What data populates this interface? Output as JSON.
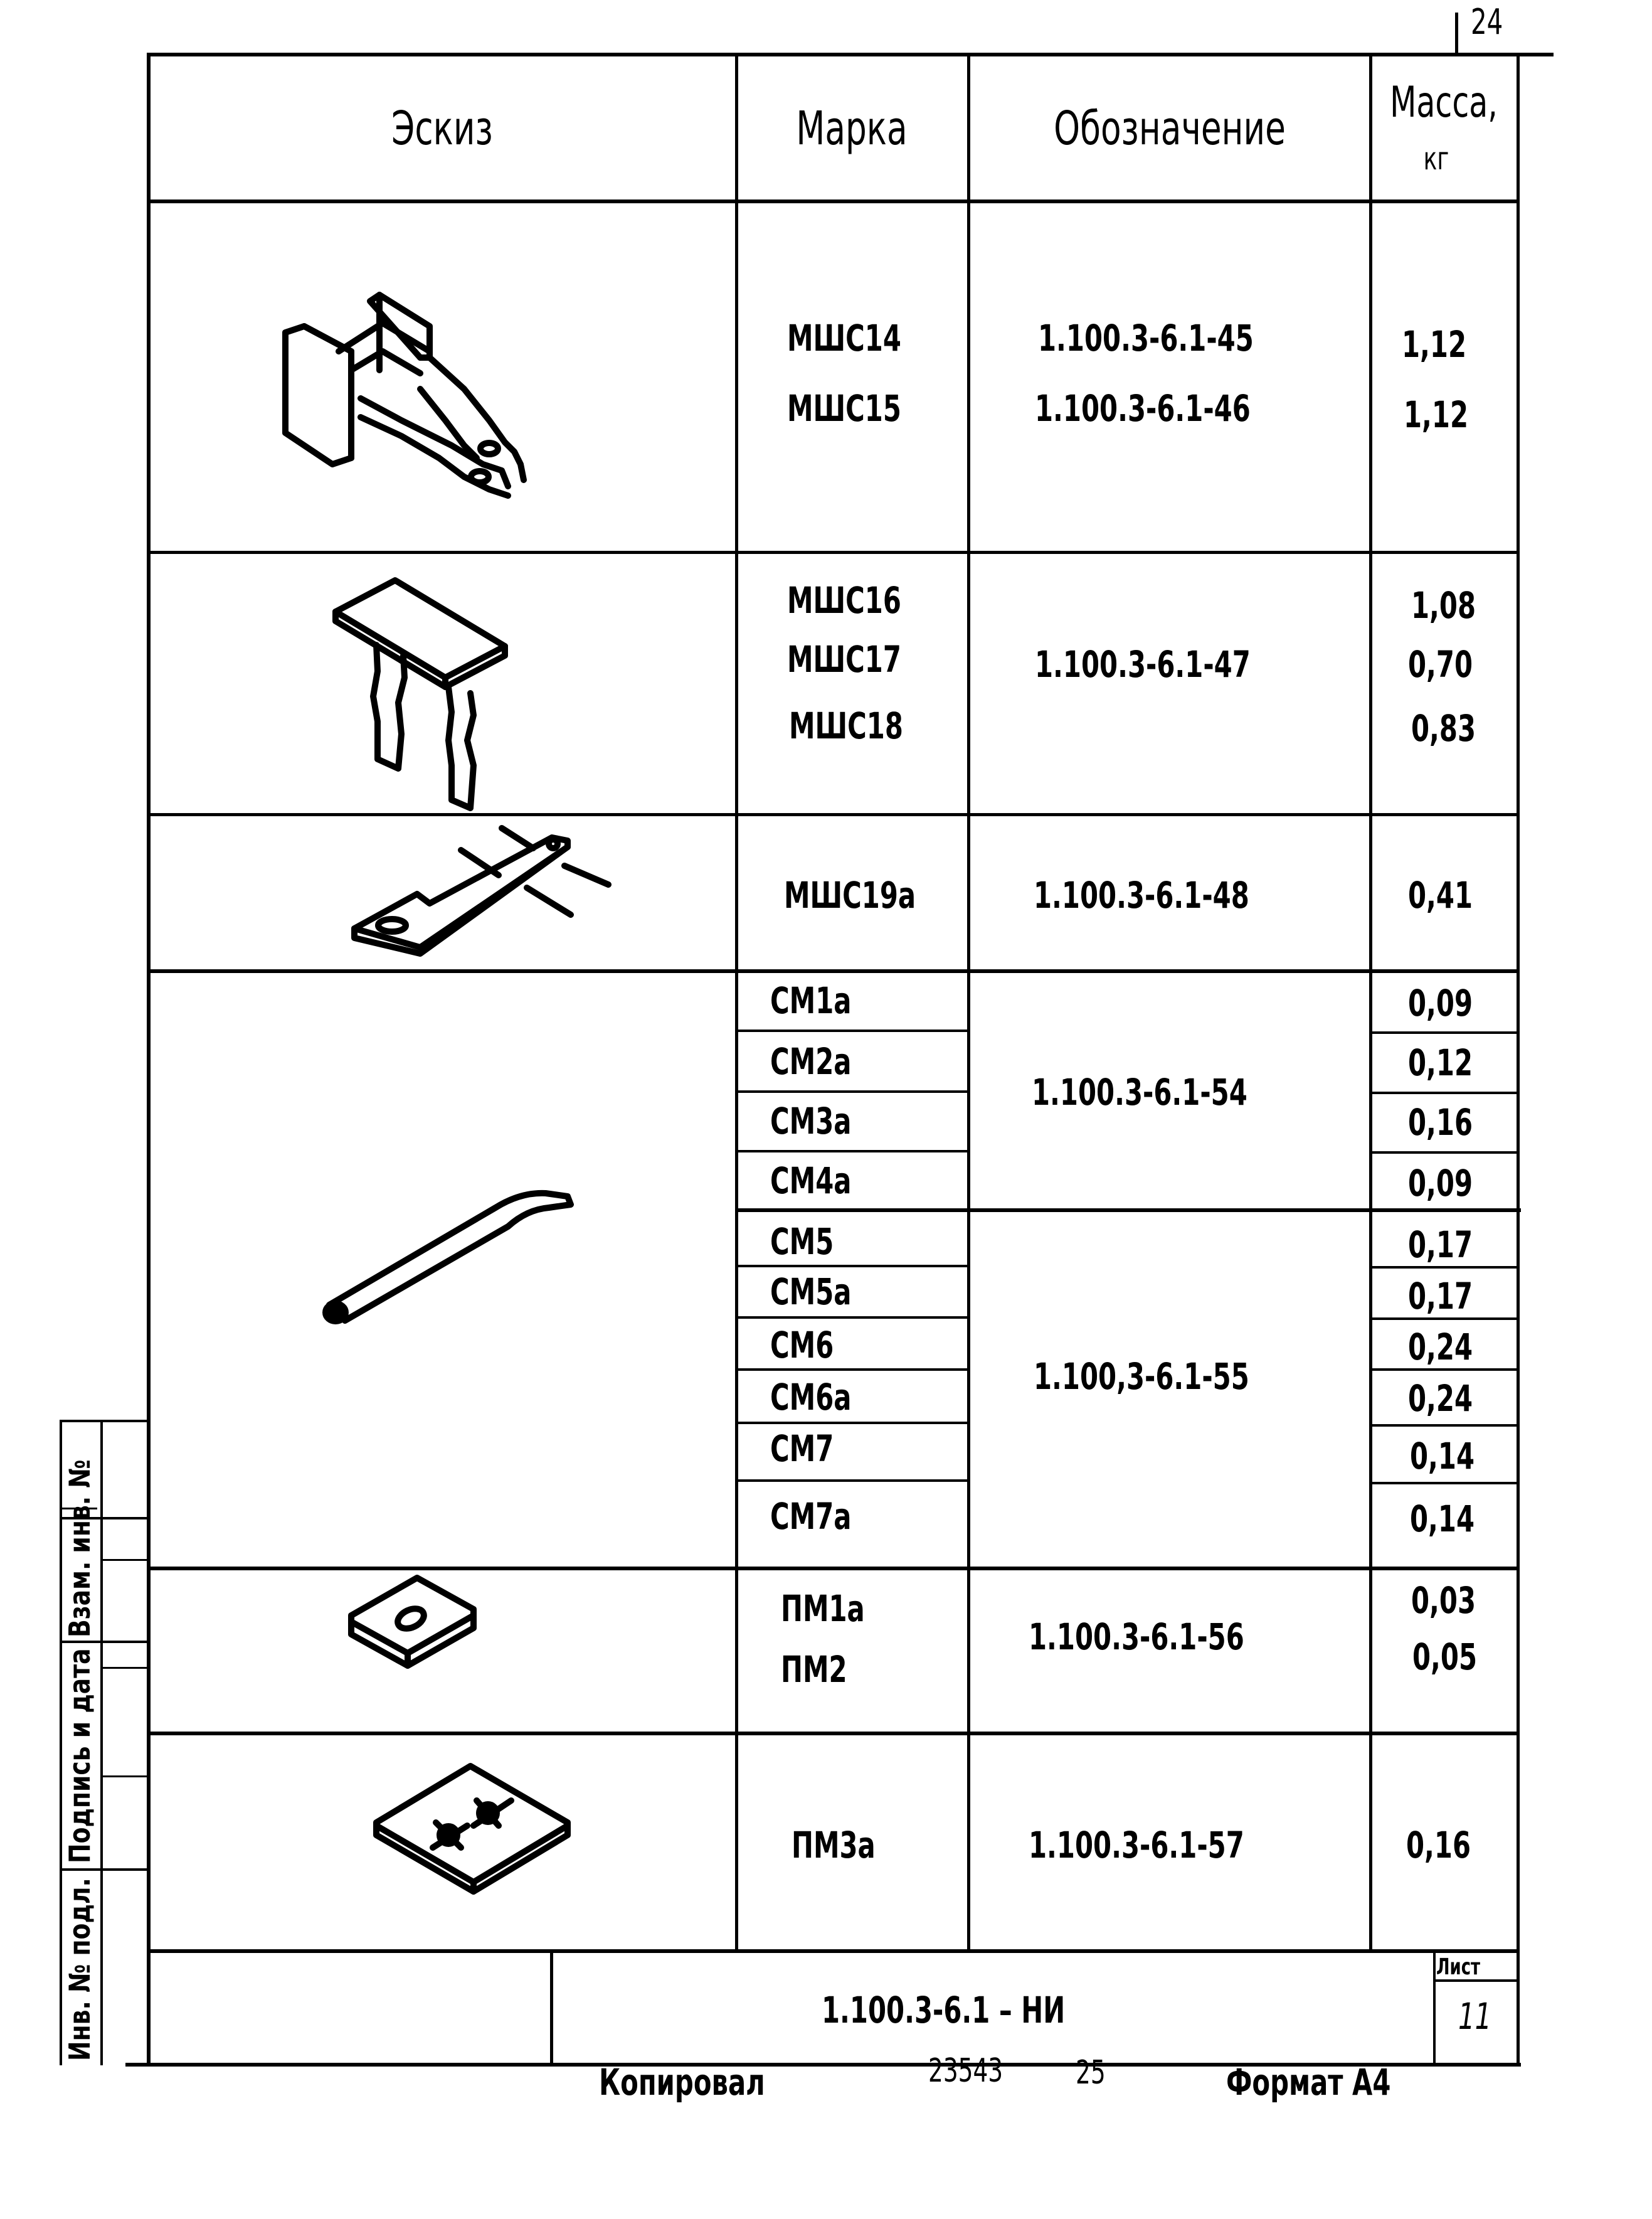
{
  "page_corner_number": "24",
  "table": {
    "headers": {
      "sketch": "Эскиз",
      "mark": "Марка",
      "designation": "Обозначение",
      "mass_line1": "Масса,",
      "mass_line2": "кг"
    },
    "groups": [
      {
        "sketch_icon": "bracket-assembly-sketch",
        "rows": [
          {
            "mark": "МШС14",
            "designation": "1.100.3-6.1-45",
            "mass": "1,12"
          },
          {
            "mark": "МШС15",
            "designation": "1.100.3-6.1-46",
            "mass": "1,12"
          }
        ]
      },
      {
        "sketch_icon": "plate-with-two-strips-sketch",
        "designation": "1.100.3-6.1-47",
        "rows": [
          {
            "mark": "МШС16",
            "mass": "1,08"
          },
          {
            "mark": "МШС17",
            "mass": "0,70"
          },
          {
            "mark": "МШС18",
            "mass": "0,83"
          }
        ]
      },
      {
        "sketch_icon": "strip-with-rods-sketch",
        "rows": [
          {
            "mark": "МШС19а",
            "designation": "1.100.3-6.1-48",
            "mass": "0,41"
          }
        ]
      },
      {
        "sketch_icon": "bent-rod-sketch",
        "subgroups": [
          {
            "designation": "1.100.3-6.1-54",
            "rows": [
              {
                "mark": "СМ1а",
                "mass": "0,09"
              },
              {
                "mark": "СМ2а",
                "mass": "0,12"
              },
              {
                "mark": "СМ3а",
                "mass": "0,16"
              },
              {
                "mark": "СМ4а",
                "mass": "0,09"
              }
            ]
          },
          {
            "designation": "1.100,3-6.1-55",
            "rows": [
              {
                "mark": "СМ5",
                "mass": "0,17"
              },
              {
                "mark": "СМ5а",
                "mass": "0,17"
              },
              {
                "mark": "СМ6",
                "mass": "0,24"
              },
              {
                "mark": "СМ6а",
                "mass": "0,24"
              },
              {
                "mark": "СМ7",
                "mass": "0,14"
              },
              {
                "mark": "СМ7а",
                "mass": "0,14"
              }
            ]
          }
        ]
      },
      {
        "sketch_icon": "washer-plate-sketch",
        "designation": "1.100.3-6.1-56",
        "rows": [
          {
            "mark": "ПМ1а",
            "mass": "0,03"
          },
          {
            "mark": "ПМ2",
            "mass": "0,05"
          }
        ]
      },
      {
        "sketch_icon": "plate-with-welds-sketch",
        "rows": [
          {
            "mark": "ПМ3а",
            "designation": "1.100.3-6.1-57",
            "mass": "0,16"
          }
        ]
      }
    ]
  },
  "title_block": {
    "document_code": "1.100.3-6.1 – НИ",
    "sheet_label": "Лист",
    "sheet_number": "11"
  },
  "side_stamp": {
    "labels": [
      "Инв. № подл.",
      "Подпись и дата",
      "Взам. инв. №"
    ]
  },
  "footer": {
    "copied_label": "Копировал",
    "order_number": "23543",
    "order_suffix": "25",
    "format_label": "Формат А4"
  }
}
